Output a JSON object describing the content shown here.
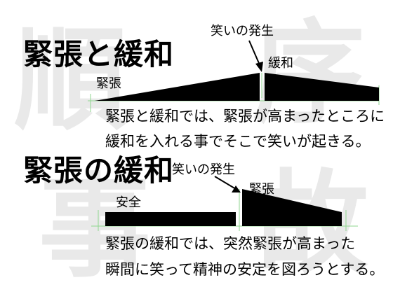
{
  "watermark": {
    "chars": [
      "順",
      "序",
      "事",
      "故"
    ]
  },
  "section1": {
    "title": "緊張と緩和",
    "annotation": "笑いの発生",
    "label_left": "緊張",
    "label_right": "緩和",
    "lines": [
      "緊張と緩和では、緊張が高まったところに",
      "緩和を入れる事でそこで笑いが起きる。"
    ]
  },
  "section2": {
    "title": "緊張の緩和",
    "annotation": "笑いの発生",
    "label_left": "安全",
    "label_right": "緊張",
    "lines": [
      "緊張の緩和では、突然緊張が高まった",
      "瞬間に笑って精神の安定を図ろうとする。"
    ]
  },
  "colors": {
    "watermark": "#e9e9e9",
    "guide_line": "#8fd68f",
    "shape": "#000000"
  }
}
